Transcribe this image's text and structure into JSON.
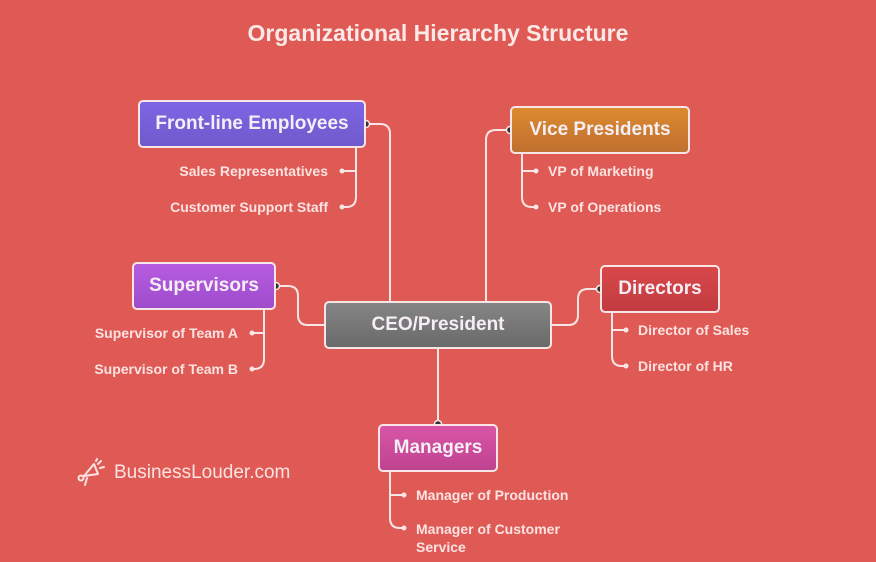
{
  "title": "Organizational Hierarchy Structure",
  "root": {
    "label": "CEO/President",
    "color": "#727272"
  },
  "branches": [
    {
      "label": "Front-line Employees",
      "color": "#7b62e0",
      "children": [
        "Sales Representatives",
        "Customer Support Staff"
      ]
    },
    {
      "label": "Vice Presidents",
      "color": "#d4812d",
      "children": [
        "VP of Marketing",
        "VP of Operations"
      ]
    },
    {
      "label": "Supervisors",
      "color": "#b157d9",
      "children": [
        "Supervisor of Team A",
        "Supervisor of Team B"
      ]
    },
    {
      "label": "Directors",
      "color": "#d24547",
      "children": [
        "Director of Sales",
        "Director of HR"
      ]
    },
    {
      "label": "Managers",
      "color": "#d44a9c",
      "children": [
        "Manager of Production",
        "Manager of Customer Service"
      ]
    }
  ],
  "brand": {
    "text": "BusinessLouder.com",
    "icon": "megaphone-icon"
  }
}
